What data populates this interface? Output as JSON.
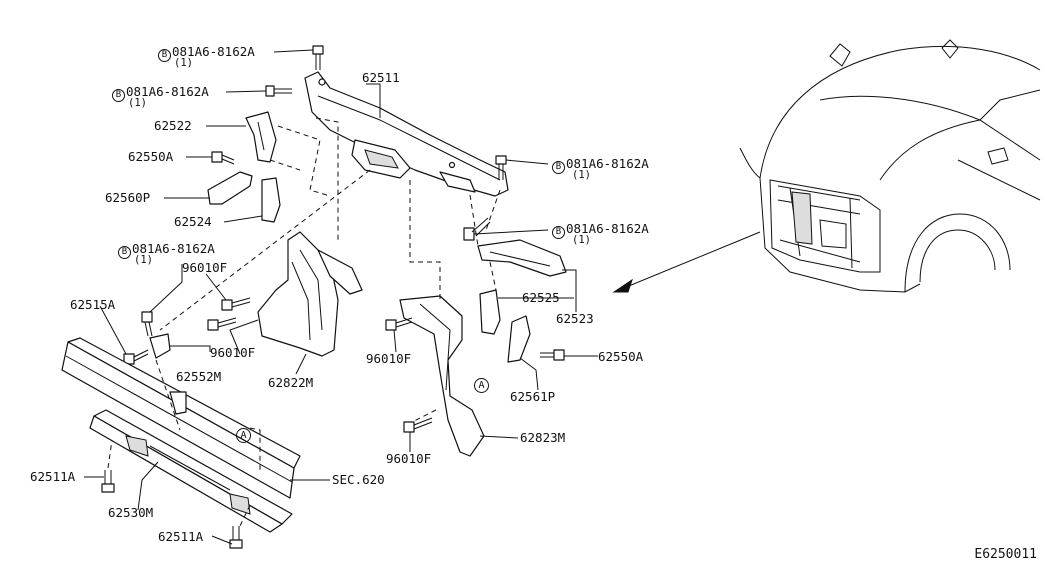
{
  "diagram": {
    "bolt_part": "081A6-8162A",
    "bolt_badge": "B",
    "qty": "(1)",
    "ref_mark": "A",
    "drawing_code": "E6250011",
    "parts": {
      "p62511": "62511",
      "p62522": "62522",
      "p62550a_l": "62550A",
      "p62560p": "62560P",
      "p62524": "62524",
      "p96010f_1": "96010F",
      "p62515a": "62515A",
      "p96010f_2": "96010F",
      "p62552m": "62552M",
      "p62822m": "62822M",
      "p96010f_3": "96010F",
      "p62525": "62525",
      "p62523": "62523",
      "p62550a_r": "62550A",
      "p62561p": "62561P",
      "p62823m": "62823M",
      "p96010f_4": "96010F",
      "p62511a_1": "62511A",
      "p62530m": "62530M",
      "sec620": "SEC.620",
      "p62511a_2": "62511A"
    }
  }
}
